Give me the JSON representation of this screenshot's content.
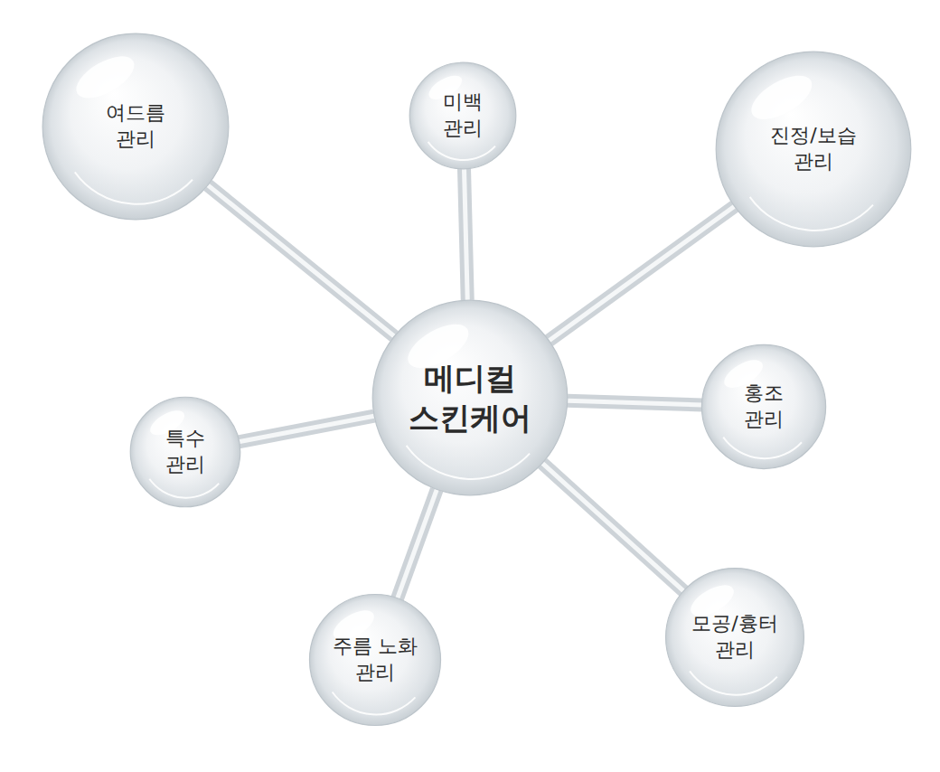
{
  "diagram": {
    "nodes": [
      {
        "text": [
          "여드름 관리"
        ]
      },
      {
        "text": [
          "미백 관리"
        ]
      },
      {
        "text": [
          "진정/보습 관리"
        ]
      },
      {
        "text": [
          "메디컬 스킨케어"
        ]
      },
      {
        "text": [
          "홍조 관리"
        ]
      },
      {
        "text": [
          "특수 관리"
        ]
      },
      {
        "text": [
          "모공/흉터 관리"
        ]
      },
      {
        "text": [
          "주름 노화 관리"
        ]
      }
    ],
    "edges": [
      {
        "from": 3,
        "to": 0,
        "arrow": "none"
      },
      {
        "from": 3,
        "to": 1,
        "arrow": "none"
      },
      {
        "from": 3,
        "to": 2,
        "arrow": "none"
      },
      {
        "from": 3,
        "to": 4,
        "arrow": "none"
      },
      {
        "from": 3,
        "to": 5,
        "arrow": "none"
      },
      {
        "from": 3,
        "to": 6,
        "arrow": "none"
      },
      {
        "from": 3,
        "to": 7,
        "arrow": "none"
      }
    ]
  }
}
